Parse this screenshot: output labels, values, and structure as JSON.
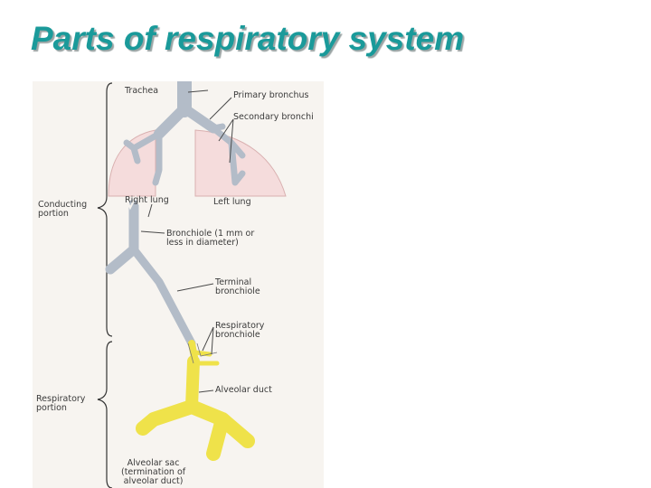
{
  "slide": {
    "title": "Parts of respiratory system"
  },
  "figure": {
    "colors": {
      "background": "#f7f4f0",
      "lung_tissue": "#f5dcdc",
      "airway": "#b3bcc8",
      "alveolar": "#efe24a",
      "lines": "#4a4a4a",
      "title": "#1a9a9a"
    },
    "labels": {
      "trachea": "Trachea",
      "primary_bronchus": "Primary bronchus",
      "secondary_bronchi": "Secondary bronchi",
      "right_lung": "Right lung",
      "left_lung": "Left lung",
      "conducting_portion": "Conducting\nportion",
      "bronchiole": "Bronchiole (1 mm or\nless in diameter)",
      "terminal_bronchiole": "Terminal\nbronchiole",
      "respiratory_bronchiole": "Respiratory\nbronchiole",
      "alveolar_duct": "Alveolar duct",
      "respiratory_portion": "Respiratory\nportion",
      "alveolar_sac": "Alveolar sac\n(termination of\nalveolar duct)"
    }
  }
}
